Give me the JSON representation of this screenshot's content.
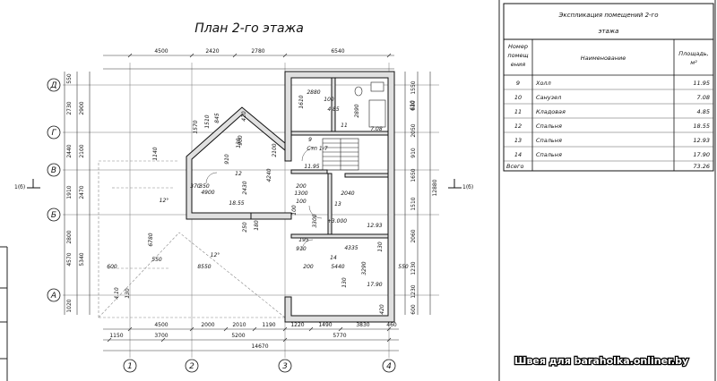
{
  "plan": {
    "title": "План 2-го этажа"
  },
  "top_dims_row1": [
    "4500",
    "2420",
    "2780",
    "6540"
  ],
  "bottom_dims": {
    "row1": [
      "4500",
      "2000",
      "2010",
      "1190",
      "1220",
      "1490",
      "3830",
      "460"
    ],
    "row2": [
      "1150",
      "3700",
      "5200",
      "5770"
    ],
    "total": "14670"
  },
  "left_dims": {
    "outer": [
      "550",
      "2730",
      "2440",
      "1910",
      "2800",
      "4570",
      "1020"
    ],
    "inner": [
      "2900",
      "2100",
      "2470",
      "5340"
    ]
  },
  "right_dims": {
    "inner": [
      "1550",
      "630",
      "2050",
      "910",
      "1650",
      "1510",
      "2060",
      "1230",
      "1230",
      "600"
    ],
    "total": "12880"
  },
  "axes_letters": [
    "Д",
    "Г",
    "В",
    "Б",
    "А"
  ],
  "axes_numbers": [
    "1",
    "2",
    "3",
    "4"
  ],
  "section_mark": "1(б)",
  "interior_labels": [
    "2880",
    "100",
    "1610",
    "4.85",
    "2890",
    "7.08",
    "11",
    "9",
    "Стп 1-7",
    "11.95",
    "12",
    "350",
    "4900",
    "4240",
    "2430",
    "18.55",
    "200",
    "1300",
    "100",
    "2040",
    "13",
    "3300",
    "+3.000",
    "12.93",
    "195",
    "910",
    "4335",
    "14",
    "200",
    "5440",
    "3290",
    "17.90",
    "8550",
    "550",
    "600",
    "550",
    "6780",
    "12°",
    "12°",
    "1570",
    "1510",
    "845",
    "420",
    "900",
    "2100",
    "910",
    "130",
    "370",
    "610",
    "4.10",
    "130",
    "1140",
    "250",
    "180",
    "100",
    "130",
    "130",
    "420"
  ],
  "explication": {
    "title_line1": "Экспликация помещений 2-го",
    "title_line2": "этажа",
    "headers": {
      "num_l1": "Номер",
      "num_l2": "помещ",
      "num_l3": "ения",
      "name": "Наименование",
      "area_l1": "Площадь,",
      "area_l2": "м²"
    },
    "rows": [
      {
        "num": "9",
        "name": "Холл",
        "area": "11.95"
      },
      {
        "num": "10",
        "name": "Санузел",
        "area": "7.08"
      },
      {
        "num": "11",
        "name": "Кладовая",
        "area": "4.85"
      },
      {
        "num": "12",
        "name": "Спальня",
        "area": "18.55"
      },
      {
        "num": "13",
        "name": "Спальня",
        "area": "12.93"
      },
      {
        "num": "14",
        "name": "Спальня",
        "area": "17.90"
      }
    ],
    "total_label": "Всего",
    "total_value": "73.26"
  },
  "watermark": "Швея для baraholka.onliner.by"
}
